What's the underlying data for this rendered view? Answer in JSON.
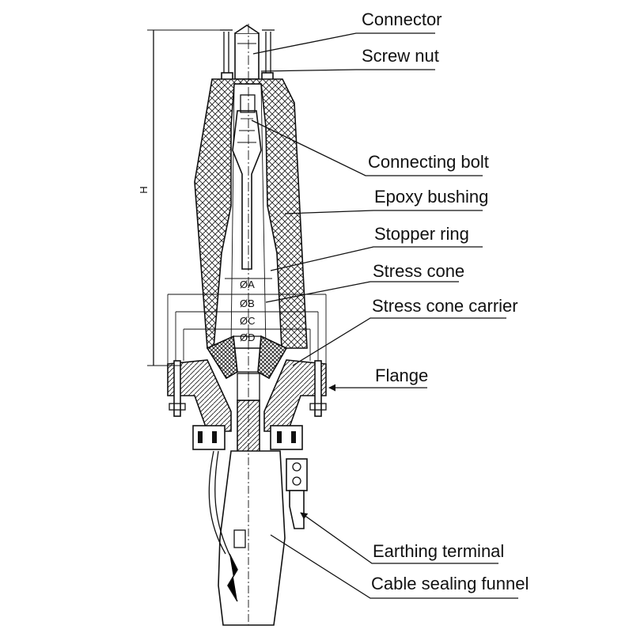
{
  "labels": {
    "connector": "Connector",
    "screw_nut": "Screw nut",
    "connecting_bolt": "Connecting bolt",
    "epoxy_bushing": "Epoxy bushing",
    "stopper_ring": "Stopper ring",
    "stress_cone": "Stress cone",
    "stress_cone_carrier": "Stress cone carrier",
    "flange": "Flange",
    "earthing_terminal": "Earthing terminal",
    "cable_sealing_funnel": "Cable sealing funnel"
  },
  "dimensions": {
    "height": "H",
    "dia_a": "ØA",
    "dia_b": "ØB",
    "dia_c": "ØC",
    "dia_d": "ØD"
  },
  "colors": {
    "line": "#111111",
    "background": "#ffffff"
  }
}
